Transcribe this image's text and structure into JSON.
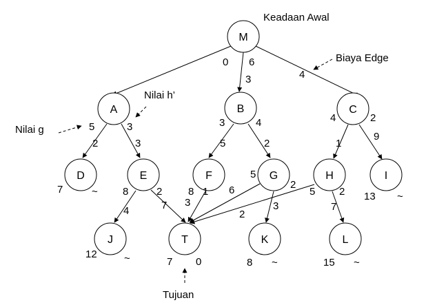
{
  "annotations": {
    "initial_state": "Keadaan Awal",
    "edge_cost": "Biaya Edge",
    "h_value": "Nilai h’",
    "g_value": "Nilai g",
    "goal": "Tujuan"
  },
  "nodes": {
    "M": "M",
    "A": "A",
    "B": "B",
    "C": "C",
    "D": "D",
    "E": "E",
    "F": "F",
    "G": "G",
    "H": "H",
    "I": "I",
    "J": "J",
    "T": "T",
    "K": "K",
    "L": "L"
  },
  "node_values": {
    "M_g": "0",
    "M_h": "6",
    "A_g": "5",
    "A_h": "3",
    "B_g": "3",
    "B_h": "4",
    "C_g": "4",
    "C_h": "2",
    "D_g": "7",
    "D_h": "~",
    "E_g": "8",
    "E_h": "2",
    "F_g": "8",
    "F_h": "1",
    "G_g": "5",
    "G_h": "2",
    "H_g": "5",
    "H_h": "2",
    "I_g": "13",
    "I_h": "~",
    "J_g": "12",
    "J_h": "~",
    "T_g": "7",
    "T_h": "0",
    "K_g": "8",
    "K_h": "~",
    "L_g": "15",
    "L_h": "~"
  },
  "edge_costs": {
    "M_A": "",
    "M_B": "3",
    "M_C": "4",
    "A_D": "2",
    "A_E": "3",
    "B_F": "5",
    "B_G": "2",
    "C_H": "1",
    "C_I": "9",
    "E_J": "4",
    "E_T": "7",
    "F_T": "3",
    "G_T": "6",
    "G_K": "3",
    "H_T": "2",
    "H_L": "7"
  }
}
